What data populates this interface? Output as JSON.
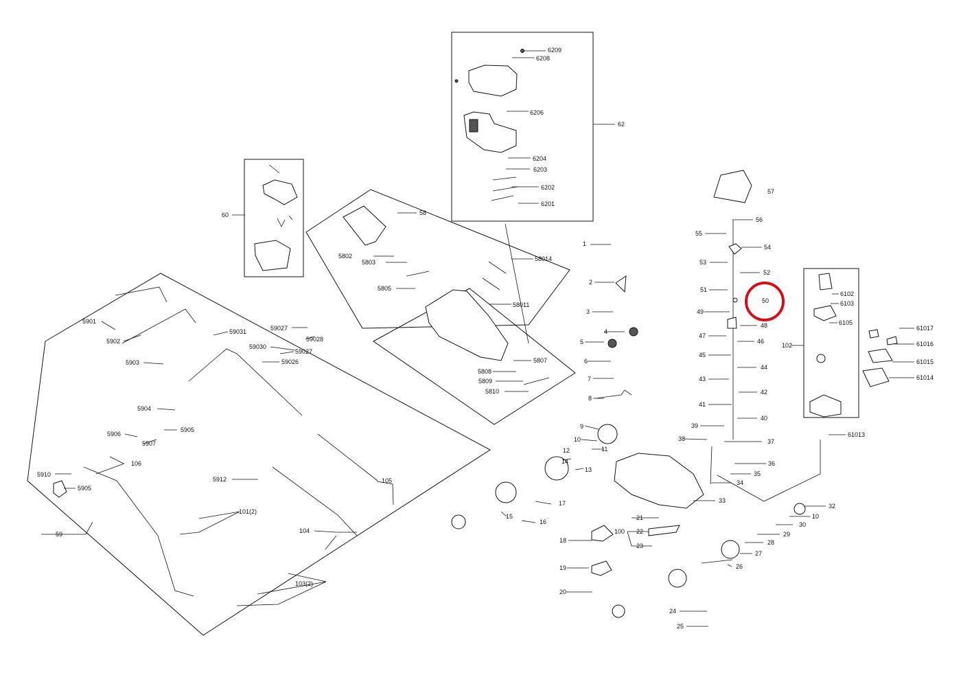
{
  "highlight_color": "#d3101a",
  "labels": {
    "p1": "1",
    "p2": "2",
    "p3": "3",
    "p4": "4",
    "p5": "5",
    "p6": "6",
    "p7": "7",
    "p8": "8",
    "p9": "9",
    "p10a": "10",
    "p10b": "10",
    "p11": "11",
    "p12": "12",
    "p13": "13",
    "p14": "14",
    "p15": "15",
    "p16": "16",
    "p17": "17",
    "p18": "18",
    "p19": "19",
    "p20": "20",
    "p21": "21",
    "p22": "22",
    "p23": "23",
    "p24": "24",
    "p25": "25",
    "p26": "26",
    "p27": "27",
    "p28": "28",
    "p29": "29",
    "p30": "30",
    "p32": "32",
    "p33": "33",
    "p34": "34",
    "p35": "35",
    "p36": "36",
    "p37": "37",
    "p38": "38",
    "p39": "39",
    "p40": "40",
    "p41": "41",
    "p42": "42",
    "p43": "43",
    "p44": "44",
    "p45": "45",
    "p46": "46",
    "p47": "47",
    "p48": "48",
    "p49": "49",
    "p50": "50",
    "p51": "51",
    "p52": "52",
    "p53": "53",
    "p54": "54",
    "p55": "55",
    "p56": "56",
    "p57": "57",
    "p58": "58",
    "p59": "59",
    "p60": "60",
    "p62": "62",
    "p100": "100",
    "p101": "101(2)",
    "p102": "102",
    "p103": "103(2)",
    "p104": "104",
    "p105": "105",
    "p106": "106",
    "p5802": "5802",
    "p5803": "5803",
    "p5805": "5805",
    "p5807": "5807",
    "p5808": "5808",
    "p5809": "5809",
    "p5810": "5810",
    "p58011": "58011",
    "p58014": "58014",
    "p5901": "5901",
    "p5902": "5902",
    "p5903": "5903",
    "p5904": "5904",
    "p5905a": "5905",
    "p5905b": "5905",
    "p5906": "5906",
    "p5907": "5907",
    "p5910": "5910",
    "p5912": "5912",
    "p59026": "59026",
    "p59027a": "59027",
    "p59027b": "59027",
    "p59028": "59028",
    "p59030": "59030",
    "p59031": "59031",
    "p6102": "6102",
    "p6103": "6103",
    "p6105": "6105",
    "p61013": "61013",
    "p61014": "61014",
    "p61015": "61015",
    "p61016": "61016",
    "p61017": "61017",
    "p6201": "6201",
    "p6202": "6202",
    "p6203": "6203",
    "p6204": "6204",
    "p6206": "6206",
    "p6208": "6208",
    "p6209": "6209"
  }
}
